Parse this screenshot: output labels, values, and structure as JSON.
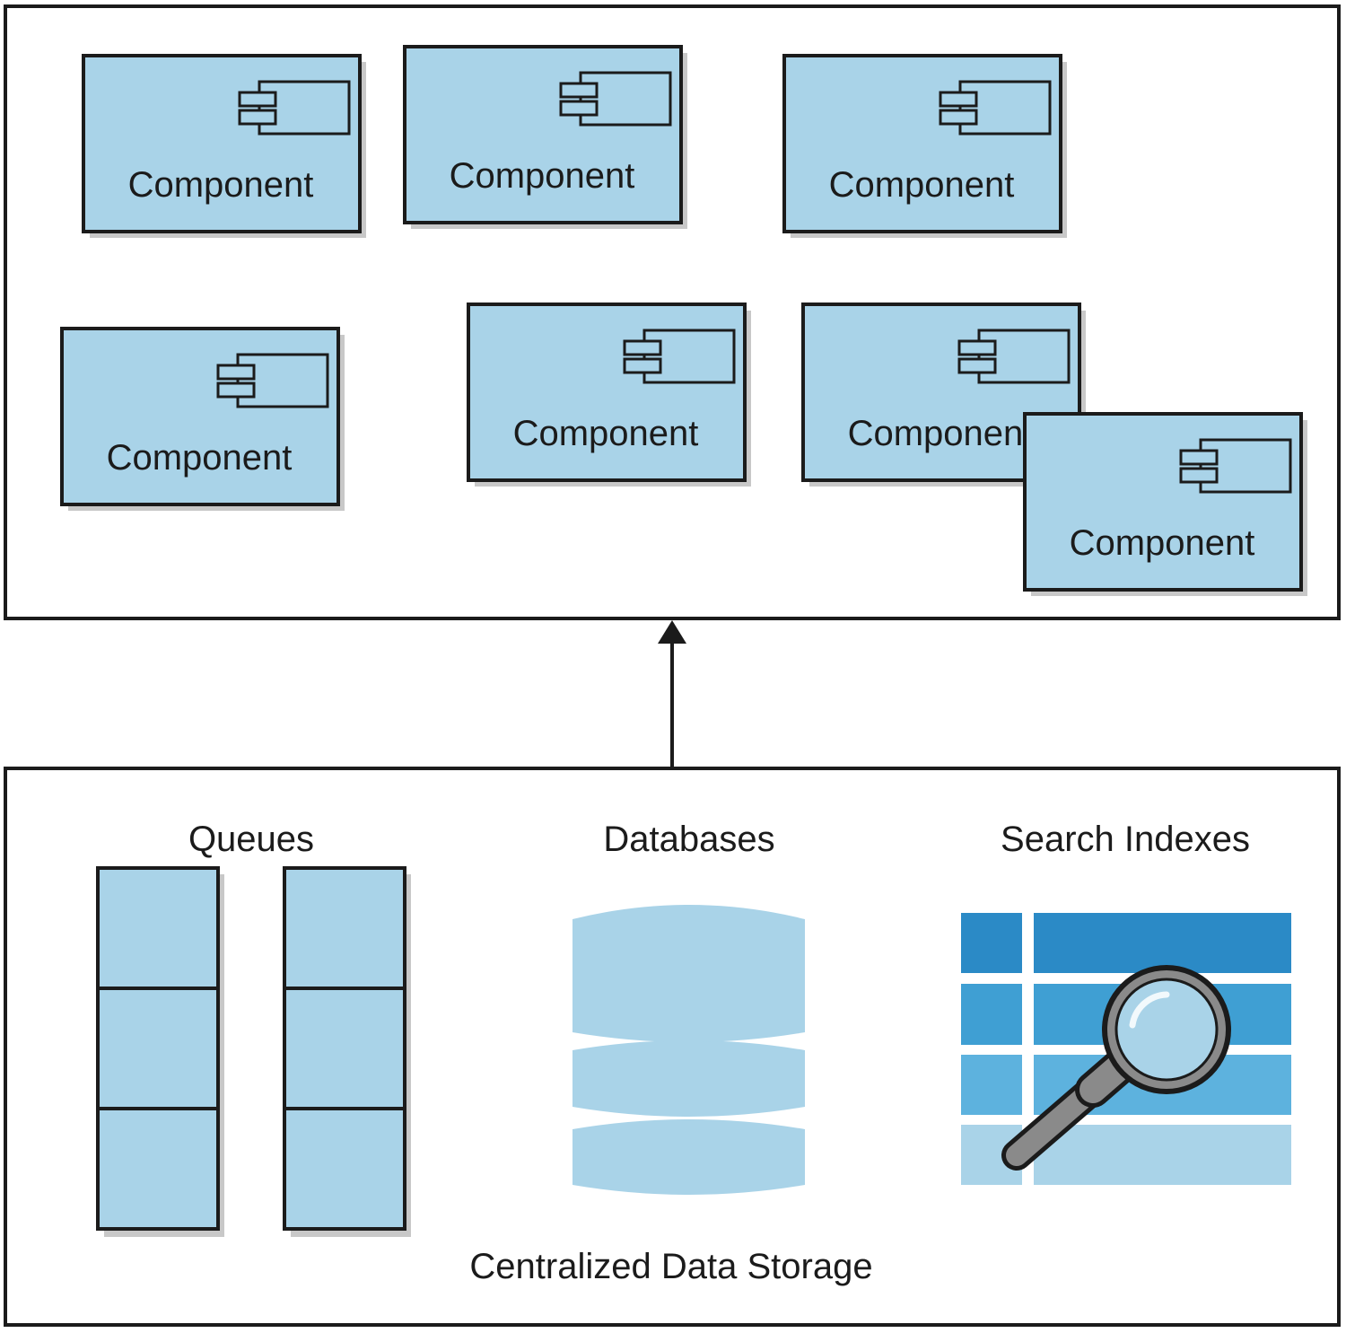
{
  "components": [
    {
      "label": "Component"
    },
    {
      "label": "Component"
    },
    {
      "label": "Component"
    },
    {
      "label": "Component"
    },
    {
      "label": "Component"
    },
    {
      "label": "Component"
    },
    {
      "label": "Component"
    }
  ],
  "storage": {
    "queues_label": "Queues",
    "databases_label": "Databases",
    "search_indexes_label": "Search Indexes",
    "caption": "Centralized Data Storage"
  },
  "colors": {
    "component_fill": "#a9d3e8",
    "outline": "#1b1b1b",
    "index_dark": "#2b8ac6",
    "index_mid": "#3f9fd3",
    "index_light": "#5db2de",
    "index_pale": "#a9d3e8",
    "magnifier_frame": "#8a8a8a"
  },
  "icons": {
    "component": "uml-component-icon",
    "search_index": "magnifying-glass-icon",
    "database": "database-cylinder-icon"
  }
}
